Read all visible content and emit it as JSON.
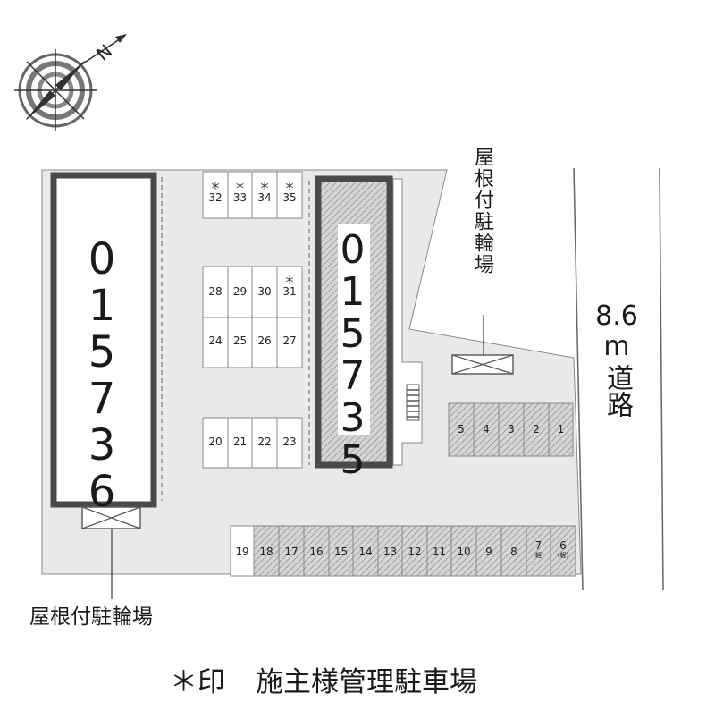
{
  "buildings": [
    {
      "id": "015736"
    },
    {
      "id": "015735"
    }
  ],
  "bike_parking_label": "屋根付駐輪場",
  "road_label": "8.6m道路",
  "road_width": "8.6",
  "road_unit": "m",
  "road_word": "道路",
  "legend": {
    "mark": "＊印",
    "text": "施主様管理駐車場"
  },
  "parking": {
    "row_top": [
      {
        "num": "32",
        "star": "＊"
      },
      {
        "num": "33",
        "star": "＊"
      },
      {
        "num": "34",
        "star": "＊"
      },
      {
        "num": "35",
        "star": "＊"
      }
    ],
    "row_mid_upper": [
      {
        "num": "28",
        "star": ""
      },
      {
        "num": "29",
        "star": ""
      },
      {
        "num": "30",
        "star": ""
      },
      {
        "num": "31",
        "star": "＊"
      }
    ],
    "row_mid_lower": [
      "24",
      "25",
      "26",
      "27"
    ],
    "row_low": [
      "20",
      "21",
      "22",
      "23"
    ],
    "row_right": [
      "5",
      "4",
      "3",
      "2",
      "1"
    ],
    "row_bottom": [
      "19",
      "18",
      "17",
      "16",
      "15",
      "14",
      "13",
      "12",
      "11",
      "10",
      "9",
      "8",
      "7",
      "6"
    ],
    "bottom_notes": {
      "7": "(軽)",
      "6": "(軽)"
    }
  },
  "compass": {
    "north": "N"
  },
  "colors": {
    "lot": "#e9e9e9",
    "building_outline": "#4a4a4a",
    "line": "#555555",
    "text": "#1a1a1a"
  }
}
